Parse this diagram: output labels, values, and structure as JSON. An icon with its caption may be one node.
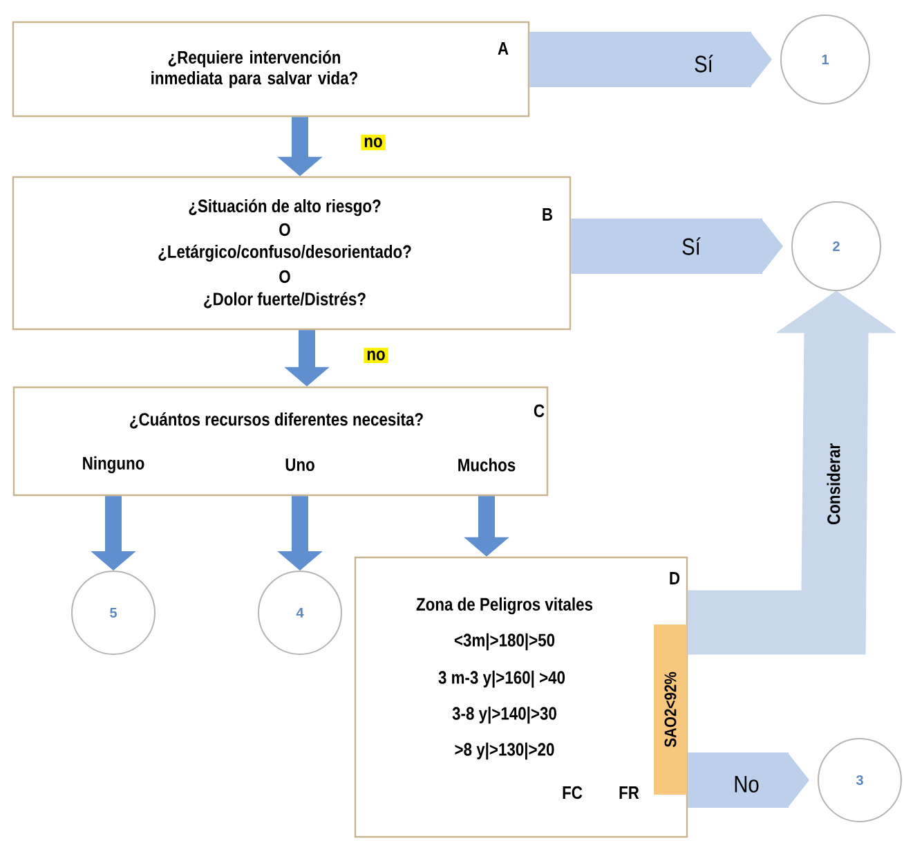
{
  "diagram": {
    "nodes": [
      {
        "text": [
          "¿Requiere intervención inmediata para salvar vida?",
          "A"
        ]
      },
      {
        "text": [
          "1"
        ]
      },
      {
        "text": [
          "¿Situación de alto riesgo?",
          "O",
          "¿Letárgico/confuso/desorientado?",
          "O",
          "¿Dolor fuerte/Distrés?",
          "B"
        ]
      },
      {
        "text": [
          "2"
        ]
      },
      {
        "text": [
          "¿Cuántos recursos diferentes necesita?",
          "C",
          "Ninguno",
          "Uno",
          "Muchos"
        ]
      },
      {
        "text": [
          "5"
        ]
      },
      {
        "text": [
          "4"
        ]
      },
      {
        "text": [
          "D",
          "Zona de Peligros vitales",
          "<3m|>180|>50",
          "3 m-3 y|>160| >40",
          "3-8 y|>140|>30",
          ">8 y|>130|>20",
          "FC",
          "FR"
        ]
      },
      {
        "text": [
          "SAO2<92%"
        ],
        "in": 7
      },
      {
        "text": [
          "3"
        ]
      }
    ],
    "edges": [
      {
        "from": 0,
        "to": 1,
        "arrow": "to",
        "label": "Sí",
        "style": "thick",
        "color": "#bcd0ec"
      },
      {
        "from": 0,
        "to": 2,
        "arrow": "to",
        "label": "no"
      },
      {
        "from": 2,
        "to": 3,
        "arrow": "to",
        "label": "Sí",
        "style": "thick",
        "color": "#bcd0ec"
      },
      {
        "from": 2,
        "to": 4,
        "arrow": "to",
        "label": "no"
      },
      {
        "from": 4,
        "to": 5,
        "arrow": "to"
      },
      {
        "from": 4,
        "to": 6,
        "arrow": "to"
      },
      {
        "from": 4,
        "to": 7,
        "arrow": "to"
      },
      {
        "from": 7,
        "to": 3,
        "arrow": "to",
        "label": "Considerar",
        "style": "thick",
        "color": "#c8d7eb"
      },
      {
        "from": 7,
        "to": 9,
        "arrow": "to",
        "label": "No",
        "style": "thick",
        "color": "#bcd0ec"
      }
    ]
  }
}
